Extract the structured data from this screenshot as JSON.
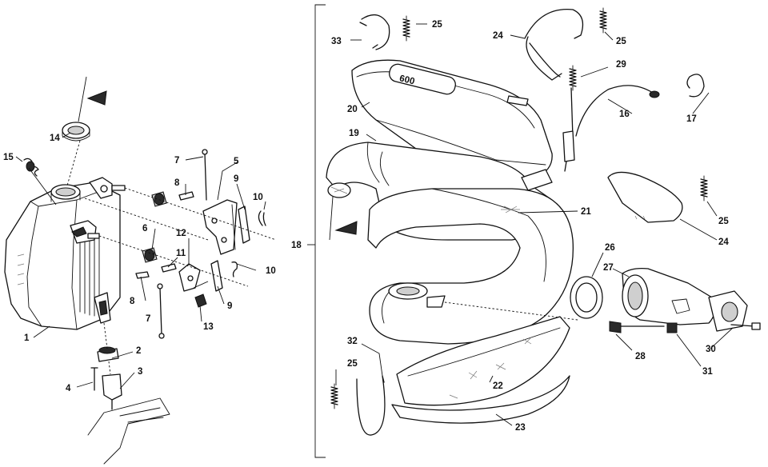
{
  "callouts": {
    "c1": "1",
    "c2": "2",
    "c3": "3",
    "c4": "4",
    "c5": "5",
    "c6": "6",
    "c7a": "7",
    "c7b": "7",
    "c8a": "8",
    "c8b": "8",
    "c9a": "9",
    "c9b": "9",
    "c10a": "10",
    "c10b": "10",
    "c11": "11",
    "c12": "12",
    "c13": "13",
    "c14": "14",
    "c15": "15",
    "c16": "16",
    "c17": "17",
    "c18": "18",
    "c19": "19",
    "c20": "20",
    "c21": "21",
    "c22": "22",
    "c23": "23",
    "c24a": "24",
    "c24b": "24",
    "c25a": "25",
    "c25b": "25",
    "c25c": "25",
    "c25d": "25",
    "c26": "26",
    "c27": "27",
    "c28": "28",
    "c29": "29",
    "c30": "30",
    "c31": "31",
    "c32": "32",
    "c33": "33"
  },
  "labels": {
    "pipe_emboss": "600"
  },
  "icons": {
    "direction_arrow": "triangle-arrow-icon",
    "spring": "spring-icon"
  }
}
